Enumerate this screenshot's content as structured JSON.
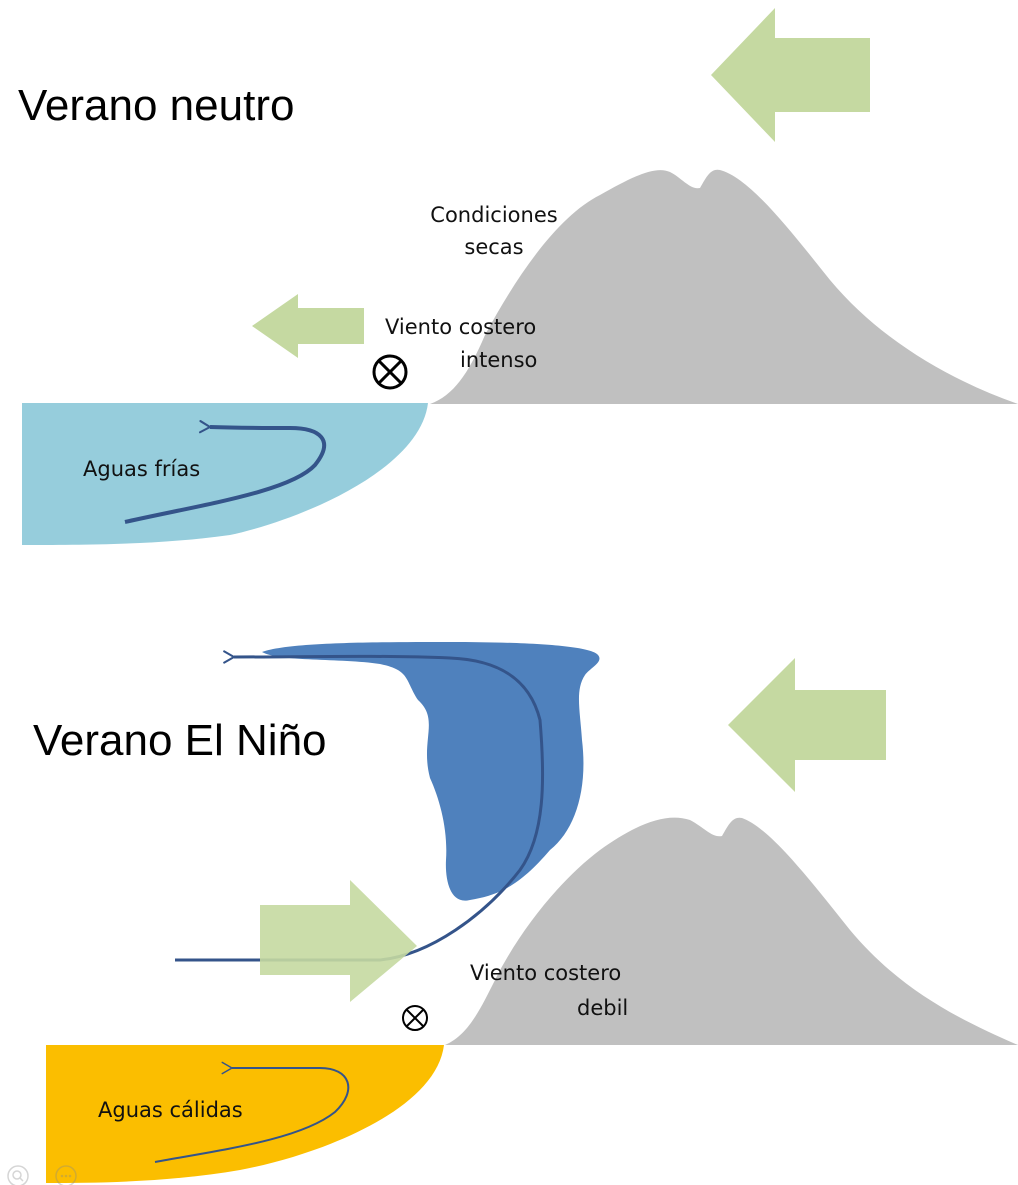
{
  "colors": {
    "wind_arrow": "#c5d9a1",
    "mountain": "#c0c0c0",
    "cold_water": "#96cddc",
    "warm_water": "#fbbe00",
    "convection": "#4f81bd",
    "current_line": "#34548a",
    "text": "#111111"
  },
  "top_panel": {
    "title": "Verano neutro",
    "dry_label_line1": "Condiciones",
    "dry_label_line2": "secas",
    "wind_label_line1": "Viento costero",
    "wind_label_line2": "intenso",
    "water_label": "Aguas frías"
  },
  "bottom_panel": {
    "title": "Verano El Niño",
    "wind_label_line1": "Viento costero",
    "wind_label_line2": "debil",
    "water_label": "Aguas cálidas"
  }
}
